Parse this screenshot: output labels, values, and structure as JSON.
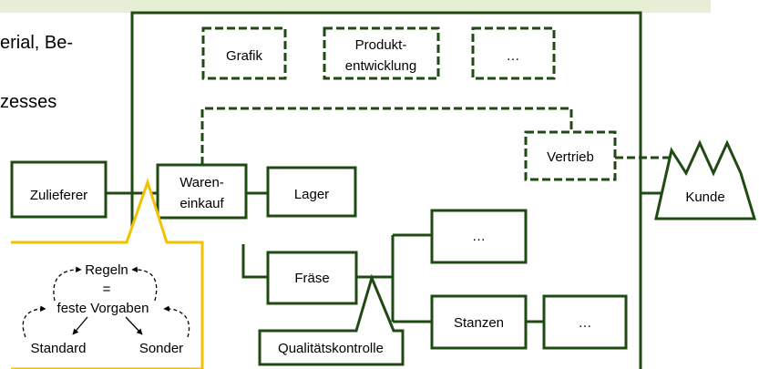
{
  "slide": {
    "text_line1": "erial, Be-",
    "text_line2": "zesses"
  },
  "diagram": {
    "grafik": "Grafik",
    "produktentwicklung_line1": "Produkt-",
    "produktentwicklung_line2": "entwicklung",
    "ellipsis_top": "…",
    "vertrieb": "Vertrieb",
    "zulieferer": "Zulieferer",
    "wareneinkauf_line1": "Waren-",
    "wareneinkauf_line2": "einkauf",
    "lager": "Lager",
    "ellipsis_upper_right": "…",
    "fraese": "Fräse",
    "stanzen": "Stanzen",
    "ellipsis_lower_right": "…",
    "qualitaetskontrolle": "Qualitätskontrolle",
    "kunde": "Kunde",
    "callout": {
      "regeln": "Regeln",
      "equals": "=",
      "feste_vorgaben": "feste Vorgaben",
      "standard": "Standard",
      "sonder": "Sonder"
    }
  },
  "colors": {
    "dark_green": "#1f4a13",
    "header_band": "#e8eed6",
    "callout_border": "#f2c200"
  }
}
